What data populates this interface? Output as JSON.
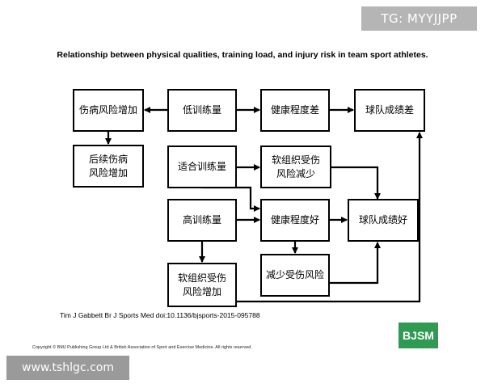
{
  "tag": "TG: MYYJJPP",
  "title": "Relationship between physical qualities, training load, and injury risk in team sport athletes.",
  "boxes": {
    "injury_risk_increase": "伤病风险增加",
    "low_training": "低训练量",
    "poor_fitness": "健康程度差",
    "team_poor": "球队成绩差",
    "subsequent_injury": "后续伤病\n风险增加",
    "moderate_training": "适合训练量",
    "soft_tissue_risk_decrease": "软组织受伤\n风险减少",
    "good_fitness": "健康程度好",
    "high_training": "高训练量",
    "team_good": "球队成绩好",
    "reduce_injury": "减少受伤风险",
    "soft_tissue_risk_increase": "软组织受伤\n风险增加"
  },
  "citation": "Tim J Gabbett Br J Sports Med doi:10.1136/bjsports-2015-095788",
  "copyright": "Copyright © BMJ Publishing Group Ltd & British Association of Sport and Exercise Medicine. All rights reserved.",
  "logo": "BJSM",
  "watermark": "www.tshlgc.com",
  "colors": {
    "logo_bg": "#2f9a52",
    "tag_bg": "#b5b5b5",
    "watermark_bg": "#9a9a9a"
  }
}
